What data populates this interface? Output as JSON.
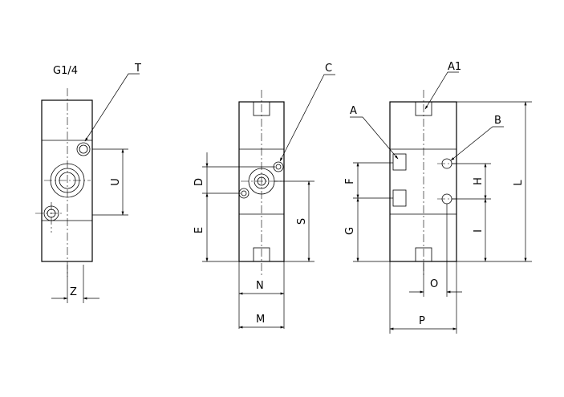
{
  "labels": {
    "thread": "G1/4",
    "T": "T",
    "C": "C",
    "A1": "A1",
    "A": "A",
    "B": "B",
    "U": "U",
    "Z": "Z",
    "D": "D",
    "E": "E",
    "S": "S",
    "N": "N",
    "M": "M",
    "F": "F",
    "G": "G",
    "H": "H",
    "I": "I",
    "L": "L",
    "O": "O",
    "P": "P"
  },
  "colors": {
    "line": "#000000",
    "background": "#ffffff"
  }
}
